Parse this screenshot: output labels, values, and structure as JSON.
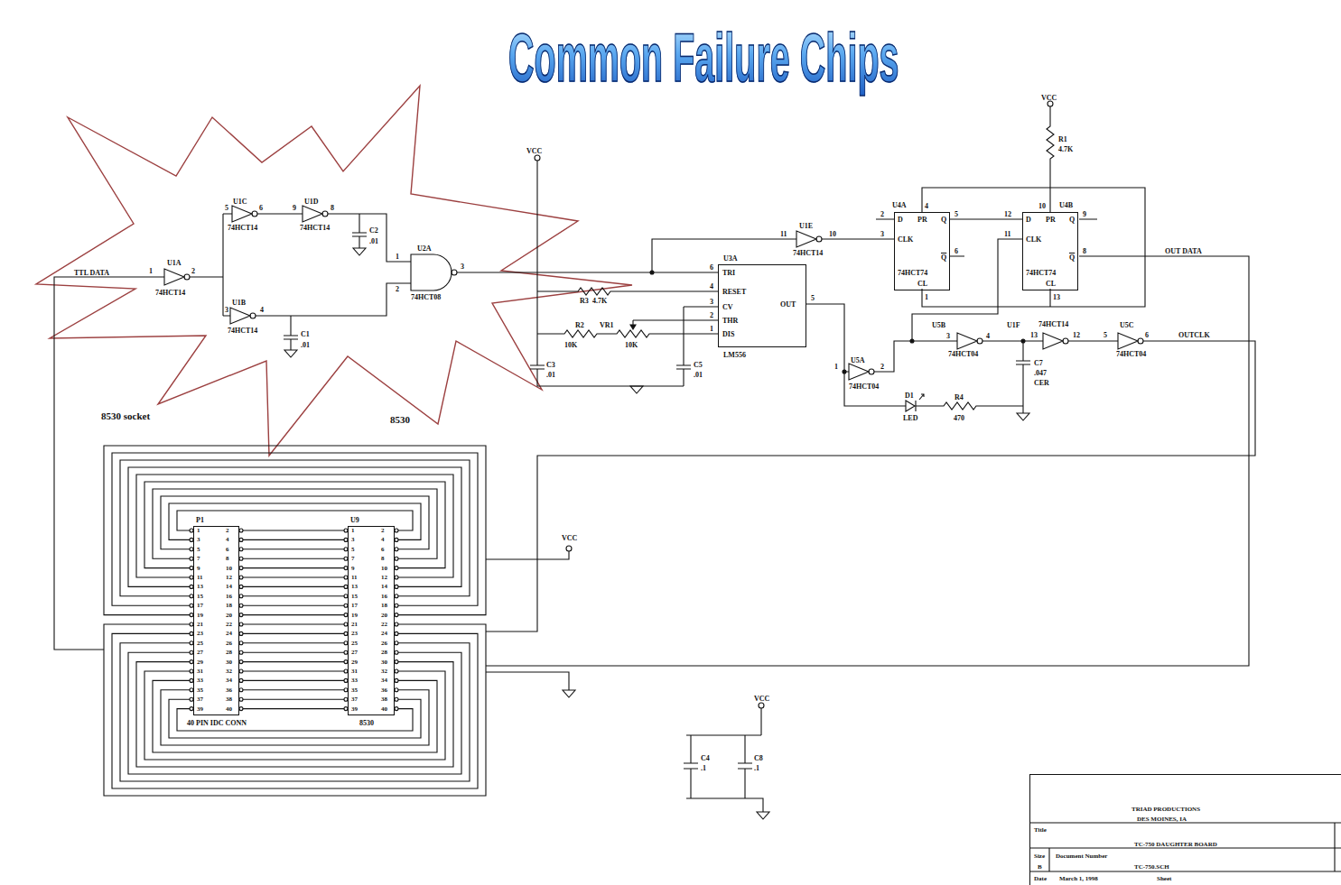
{
  "diagram": {
    "title": "Common Failure Chips",
    "nodes": [
      {
        "text": [
          "U3A",
          "TRI",
          "RESET",
          "CV",
          "THR",
          "DIS",
          "OUT",
          "LM556"
        ]
      },
      {
        "text": [
          "U4A",
          "D",
          "PR",
          "Q",
          "CLK",
          "CL",
          "Q",
          "74HCT74"
        ]
      },
      {
        "text": [
          "U4B",
          "D",
          "PR",
          "Q",
          "CLK",
          "CL",
          "Q",
          "74HCT74"
        ]
      },
      {
        "text": [
          "P1",
          "40 PIN IDC CONN"
        ]
      },
      {
        "text": [
          "U9",
          "8530"
        ]
      },
      {
        "text": [
          "TRIAD PRODUCTIONS",
          "DES MOINES, IA",
          "Title",
          "TC-750 DAUGHTER BOARD",
          "Size",
          "B",
          "Document Number",
          "TC-750.SCH",
          "Date",
          "March 1, 1998",
          "Sheet"
        ]
      }
    ],
    "edges": [
      {
        "from": 1,
        "to": 2,
        "arrow": "none"
      }
    ],
    "labels": [
      "TTL DATA",
      "1",
      "2",
      "U1A",
      "74HCT14",
      "U1C",
      "74HCT14",
      "5",
      "6",
      "U1D",
      "74HCT14",
      "9",
      "8",
      "C2",
      ".01",
      "U1B",
      "74HCT14",
      "3",
      "4",
      "C1",
      ".01",
      "U2A",
      "74HCT08",
      "1",
      "2",
      "3",
      "VCC",
      "R3",
      "4.7K",
      "R2",
      "VR1",
      "10K",
      "10K",
      "C3",
      ".01",
      "C5",
      ".01",
      "6",
      "4",
      "3",
      "2",
      "1",
      "5",
      "U1E",
      "74HCT14",
      "11",
      "10",
      "2",
      "3",
      "5",
      "6",
      "4",
      "1",
      "12",
      "11",
      "9",
      "8",
      "10",
      "13",
      "VCC",
      "R1",
      "4.7K",
      "OUT DATA",
      "U5B",
      "74HCT04",
      "3",
      "4",
      "U1F",
      "74HCT14",
      "13",
      "12",
      "U5C",
      "74HCT04",
      "5",
      "6",
      "OUTCLK",
      "U5A",
      "74HCT04",
      "1",
      "2",
      "C7",
      ".047",
      "CER",
      "D1",
      "LED",
      "R4",
      "470",
      "8530 socket",
      "8530",
      "VCC",
      "VCC",
      "C4",
      ".1",
      "C8",
      ".1",
      "1",
      "2",
      "3",
      "4",
      "5",
      "6",
      "7",
      "8",
      "9",
      "10",
      "11",
      "12",
      "13",
      "14",
      "15",
      "16",
      "17",
      "18",
      "19",
      "20",
      "21",
      "22",
      "23",
      "24",
      "25",
      "26",
      "27",
      "28",
      "29",
      "30",
      "31",
      "32",
      "33",
      "34",
      "35",
      "36",
      "37",
      "38",
      "39",
      "40",
      "1",
      "2",
      "3",
      "4",
      "5",
      "6",
      "7",
      "8",
      "9",
      "10",
      "11",
      "12",
      "13",
      "14",
      "15",
      "16",
      "17",
      "18",
      "19",
      "20",
      "21",
      "22",
      "23",
      "24",
      "25",
      "26",
      "27",
      "28",
      "29",
      "30",
      "31",
      "32",
      "33",
      "34",
      "35",
      "36",
      "37",
      "38",
      "39",
      "40"
    ]
  }
}
